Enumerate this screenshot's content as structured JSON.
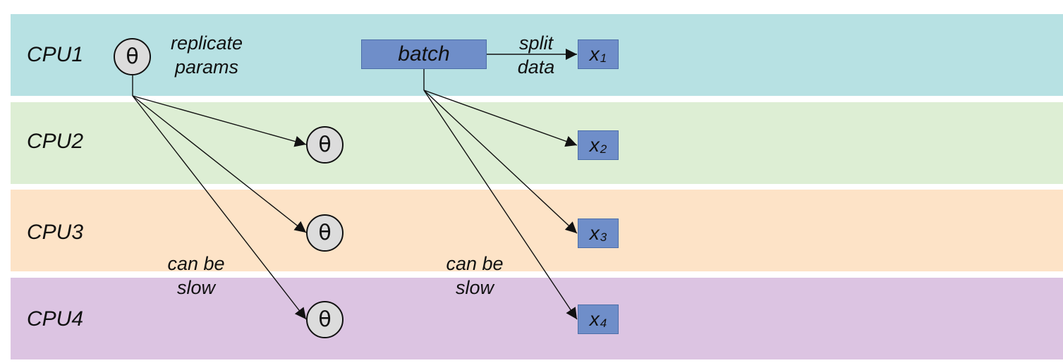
{
  "lanes": [
    {
      "label": "CPU1",
      "color": "#b7e1e3"
    },
    {
      "label": "CPU2",
      "color": "#ddeed4"
    },
    {
      "label": "CPU3",
      "color": "#fde3c7"
    },
    {
      "label": "CPU4",
      "color": "#dcc4e2"
    }
  ],
  "param_symbol": "θ",
  "annotations": {
    "replicate": [
      "replicate",
      "params"
    ],
    "split": [
      "split",
      "data"
    ],
    "slow_left": [
      "can be",
      "slow"
    ],
    "slow_right": [
      "can be",
      "slow"
    ]
  },
  "batch_label": "batch",
  "shards": [
    {
      "base": "x",
      "sub": "1"
    },
    {
      "base": "x",
      "sub": "2"
    },
    {
      "base": "x",
      "sub": "3"
    },
    {
      "base": "x",
      "sub": "4"
    }
  ],
  "colors": {
    "node_fill": "#dcdcdc",
    "data_fill": "#6f8ec9",
    "edge": "#111111"
  }
}
